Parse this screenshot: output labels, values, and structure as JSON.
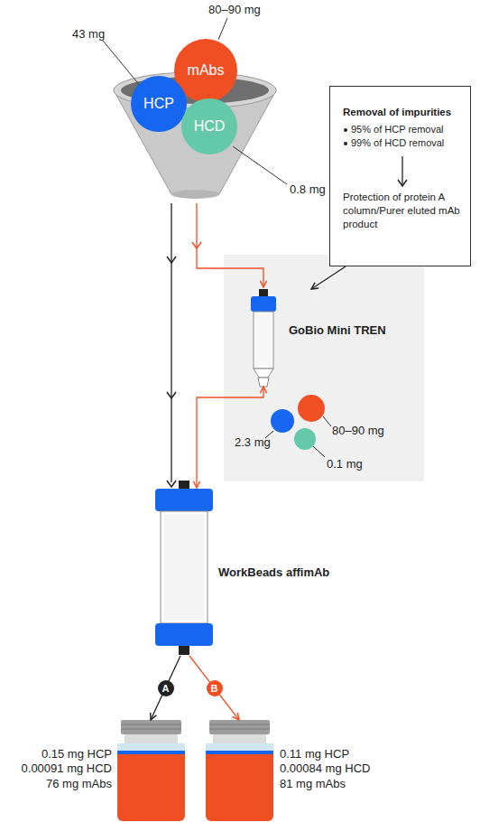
{
  "diagram": {
    "nodes": [
      {
        "text": [
          "mAbs"
        ]
      },
      {
        "text": [
          "HCP"
        ]
      },
      {
        "text": [
          "HCD"
        ]
      },
      {
        "text": [
          "Removal of impurities",
          "95% of HCP removal",
          "99% of HCD removal",
          "Protection of protein A column/Purer eluted mAb product"
        ]
      },
      {
        "text": [
          "GoBio Mini TREN"
        ]
      },
      {
        "text": [
          "WorkBeads affimAb"
        ]
      },
      {
        "text": [
          "0.15 mg HCP",
          "0.00091 mg HCD",
          "76 mg mAbs"
        ]
      },
      {
        "text": [
          "0.11 mg HCP",
          "0.00084 mg HCD",
          "81 mg mAbs"
        ]
      }
    ],
    "edges": [
      {
        "from": 3,
        "to": 4,
        "arrow": "to"
      },
      {
        "from": 4,
        "to": 5,
        "arrow": "both"
      },
      {
        "from": 5,
        "to": 6,
        "arrow": "to",
        "label": "A"
      },
      {
        "from": 5,
        "to": 7,
        "arrow": "to",
        "label": "B"
      }
    ],
    "labels": [
      "43 mg",
      "80–90 mg",
      "0.8 mg",
      "2.3 mg",
      "80–90 mg",
      "0.1 mg"
    ]
  }
}
